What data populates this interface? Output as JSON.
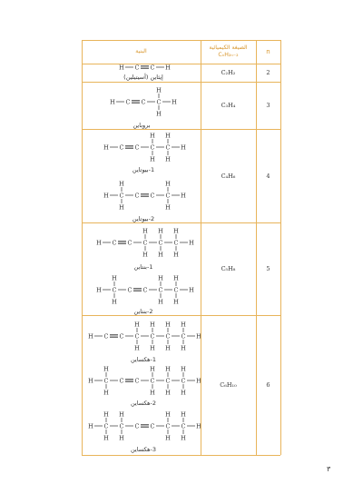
{
  "table": {
    "headers": {
      "structure": "البنية",
      "formula_line1": "الصيغة الكيميائية",
      "formula_line2": "CₙH₂ₙ₋₂",
      "n": "n"
    },
    "rows": [
      {
        "n": "2",
        "formula": "C₂H₂",
        "compounds": [
          "إيثاين (أسيتيلين)"
        ]
      },
      {
        "n": "3",
        "formula": "C₃H₄",
        "compounds": [
          "بروباين"
        ]
      },
      {
        "n": "4",
        "formula": "C₄H₆",
        "compounds": [
          "1-بيوتاين",
          "2-بيوتاين"
        ]
      },
      {
        "n": "5",
        "formula": "C₅H₈",
        "compounds": [
          "1-بنتاين",
          "2-بنتاين"
        ]
      },
      {
        "n": "6",
        "formula": "C₆H₁₀",
        "compounds": [
          "1-هكساين",
          "2-هكساين",
          "3-هكساين"
        ]
      }
    ]
  },
  "atoms": {
    "carbon": "C",
    "hydrogen": "H"
  },
  "colors": {
    "border": "#e8b45a",
    "header_text": "#d8952a"
  },
  "page_number": "٣"
}
